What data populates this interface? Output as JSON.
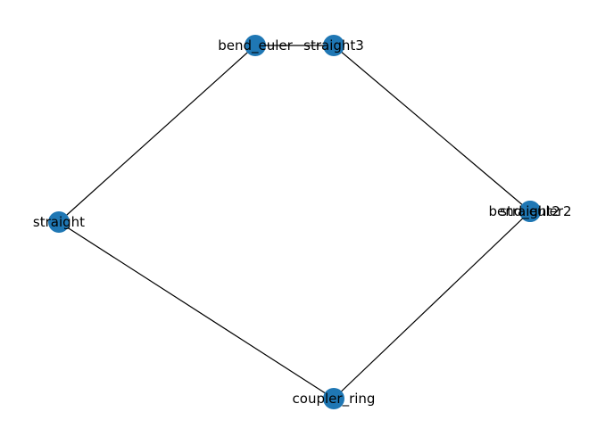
{
  "graph": {
    "node_color": "#1f77b4",
    "edge_color": "#000000",
    "nodes": [
      {
        "id": "bend_euler",
        "label": "bend_euler"
      },
      {
        "id": "straight3",
        "label": "straight3"
      },
      {
        "id": "straight",
        "label": "straight"
      },
      {
        "id": "straight2",
        "label": "straight2"
      },
      {
        "id": "bend_euler2",
        "label": "bend_euler2"
      },
      {
        "id": "coupler_ring",
        "label": "coupler_ring"
      }
    ],
    "edges": [
      [
        "bend_euler",
        "straight3"
      ],
      [
        "bend_euler",
        "straight"
      ],
      [
        "straight3",
        "bend_euler2"
      ],
      [
        "straight",
        "coupler_ring"
      ],
      [
        "coupler_ring",
        "straight2"
      ]
    ]
  }
}
